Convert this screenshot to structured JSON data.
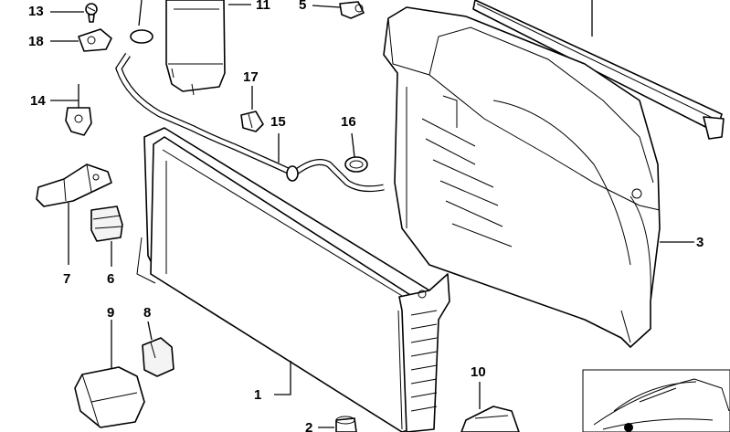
{
  "diagram": {
    "callouts": [
      {
        "id": "c13",
        "label": "13"
      },
      {
        "id": "c18",
        "label": "18"
      },
      {
        "id": "c14",
        "label": "14"
      },
      {
        "id": "c11",
        "label": "11"
      },
      {
        "id": "c5",
        "label": "5"
      },
      {
        "id": "c17",
        "label": "17"
      },
      {
        "id": "c15",
        "label": "15"
      },
      {
        "id": "c16",
        "label": "16"
      },
      {
        "id": "c7",
        "label": "7"
      },
      {
        "id": "c6",
        "label": "6"
      },
      {
        "id": "c3",
        "label": "3"
      },
      {
        "id": "c9",
        "label": "9"
      },
      {
        "id": "c8",
        "label": "8"
      },
      {
        "id": "c1",
        "label": "1"
      },
      {
        "id": "c2",
        "label": "2"
      },
      {
        "id": "c10",
        "label": "10"
      }
    ]
  }
}
